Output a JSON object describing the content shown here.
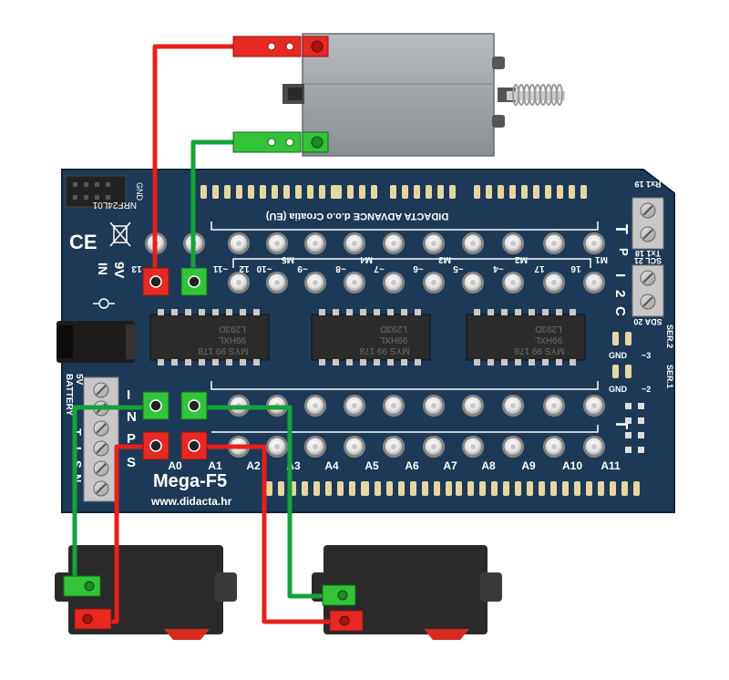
{
  "board": {
    "name": "Mega-F5",
    "website": "www.didacta.hr",
    "company": "DIDACTA ADVANCE d.o.o Croatia (EU)",
    "voltage": "9V",
    "in_mark": "IN",
    "battery": "BATTERY",
    "battery_sub": "5V",
    "gnd": "GND",
    "nrf": "NRF24L01",
    "ce": "CE",
    "input_letters": [
      "I",
      "N",
      "P",
      "S"
    ],
    "power_side_letters": [
      "T",
      "I",
      "S",
      "N"
    ],
    "top_letter": "T",
    "bottom_letter": "T",
    "right_letter": "T"
  },
  "header_labels": {
    "rx": "Rx1 19",
    "tx": "Tx1 18",
    "scl": "SCL 21",
    "sda": "SDA 20",
    "pin_p": "P",
    "i2c_letters": [
      "I",
      "2",
      "C"
    ]
  },
  "top_pins": [
    "13",
    "~11",
    "12",
    "~10",
    "~9",
    "~8",
    "~7",
    "~6",
    "~5",
    "~4",
    "17",
    "16"
  ],
  "motor_labels": [
    "M5",
    "M4",
    "M3",
    "M2",
    "M1"
  ],
  "analog_pins": [
    "A0",
    "A1",
    "A2",
    "A3",
    "A4",
    "A5",
    "A6",
    "A7",
    "A8",
    "A9",
    "A10",
    "A11"
  ],
  "chips": [
    {
      "line1": "L293D",
      "line2": "99HXL",
      "line3": "MYS 99 178"
    },
    {
      "line1": "L293D",
      "line2": "99HXL",
      "line3": "MYS 99 178"
    },
    {
      "line1": "L293D",
      "line2": "99HXL",
      "line3": "MYS 99 178"
    }
  ],
  "serial": {
    "gnd1": "GND",
    "p3": "~3",
    "ser2": "SER.2",
    "gnd2": "GND",
    "p2": "~2",
    "ser1": "SER.1"
  },
  "colors": {
    "board": "#1c3a57",
    "wire_red": "#e8201b",
    "wire_green": "#15a23a",
    "connector_red": "#e62a23",
    "connector_green": "#33c33a",
    "motor_body": "#2a2a2a",
    "solenoid_body": "#9da1a5"
  }
}
